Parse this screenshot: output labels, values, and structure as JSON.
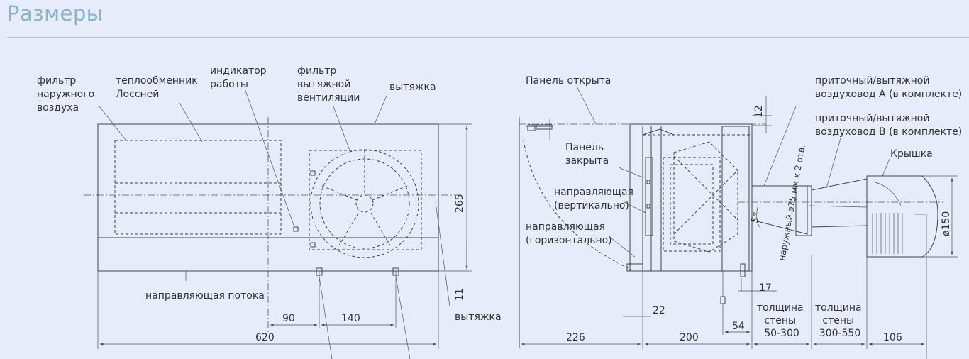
{
  "header": {
    "title": "Размеры"
  },
  "labels": {
    "outdoor_filter": [
      "фильтр",
      "наружного",
      "воздуха"
    ],
    "heat_exchanger": [
      "теплообменник",
      "Лоссней"
    ],
    "indicator": [
      "индикатор",
      "работы"
    ],
    "exhaust_filter": [
      "фильтр",
      "вытяжной",
      "вентиляции"
    ],
    "exhaust_top": "вытяжка",
    "flow_guide": "направляющая потока",
    "exhaust_bottom": "вытяжка",
    "panel_open": "Панель открыта",
    "panel_closed": [
      "Панель",
      "закрыта"
    ],
    "guide_vertical": [
      "направляющая",
      "(вертикально)"
    ],
    "guide_horizontal": [
      "направляющая",
      "(горизонтально)"
    ],
    "duct_a": [
      "приточный/вытяжной",
      "воздуховод А (в комплекте)"
    ],
    "duct_b": [
      "приточный/вытяжной",
      "воздуховод В  (в комплекте)"
    ],
    "cover": "Крышка",
    "outer_dia": "наружный ø75 мм х 2 отв.",
    "angle": "5°",
    "wall_thin": [
      "толщина",
      "стены",
      "50-300"
    ],
    "wall_thick": [
      "толщина",
      "стены",
      "300-550"
    ]
  },
  "dimensions": {
    "d265": "265",
    "d11": "11",
    "d90": "90",
    "d140": "140",
    "d620": "620",
    "d12": "12",
    "d17": "17",
    "d22": "22",
    "d54": "54",
    "d226": "226",
    "d200": "200",
    "d106": "106",
    "d150": "ø150"
  }
}
